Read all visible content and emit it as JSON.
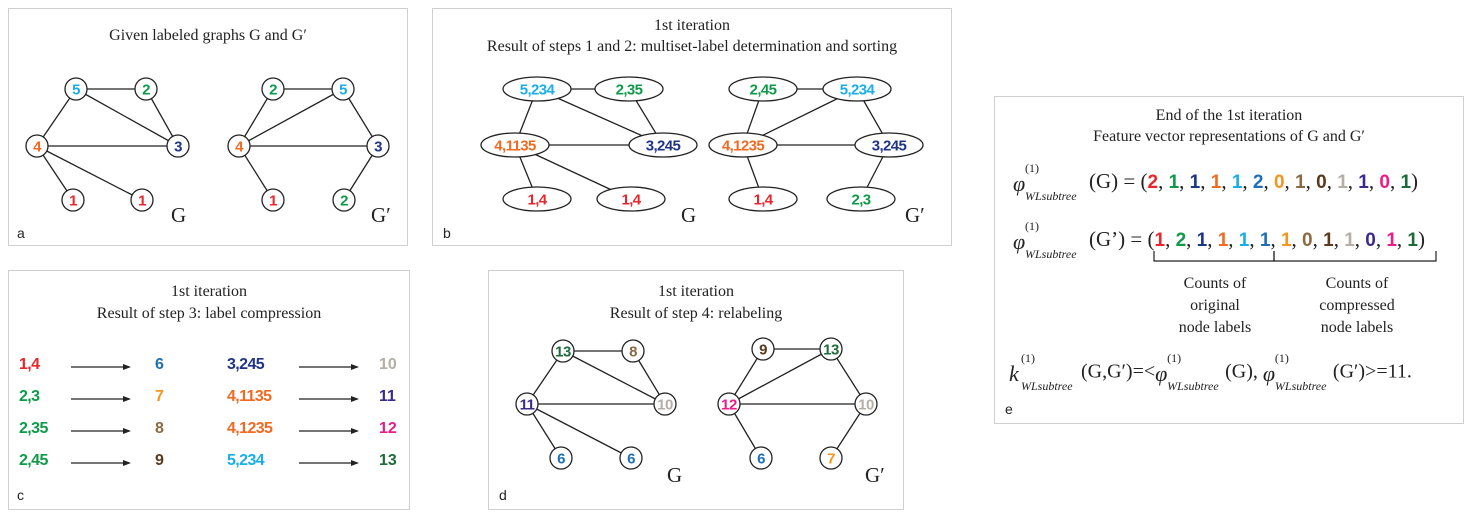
{
  "colors": {
    "red": "#e8262b",
    "green": "#0f9a4a",
    "navy": "#1f3487",
    "orange": "#f26a21",
    "cyan": "#19aee8",
    "blue": "#1f6fb4",
    "amber": "#f7941d",
    "brown": "#8b6a42",
    "darkbrown": "#5a3a1c",
    "gray": "#b5aea6",
    "purple": "#3a2a8c",
    "magenta": "#ec1b8a",
    "darkgreen": "#1d6b3a",
    "edge": "#222222"
  },
  "panel_a": {
    "title": "Given labeled graphs G and G′",
    "tag": "a",
    "g_label": "G",
    "gp_label": "G′",
    "g_nodes": [
      {
        "id": "top1",
        "label": "5",
        "color": "cyan"
      },
      {
        "id": "top2",
        "label": "2",
        "color": "green"
      },
      {
        "id": "left",
        "label": "4",
        "color": "orange"
      },
      {
        "id": "right",
        "label": "3",
        "color": "navy"
      },
      {
        "id": "bot1",
        "label": "1",
        "color": "red"
      },
      {
        "id": "bot2",
        "label": "1",
        "color": "red"
      }
    ],
    "gp_nodes": [
      {
        "id": "top1",
        "label": "2",
        "color": "green"
      },
      {
        "id": "top2",
        "label": "5",
        "color": "cyan"
      },
      {
        "id": "left",
        "label": "4",
        "color": "orange"
      },
      {
        "id": "right",
        "label": "3",
        "color": "navy"
      },
      {
        "id": "bot1",
        "label": "1",
        "color": "red"
      },
      {
        "id": "bot2",
        "label": "2",
        "color": "green"
      }
    ]
  },
  "panel_b": {
    "title1": "1st iteration",
    "title2": "Result of steps 1 and 2: multiset-label determination and sorting",
    "tag": "b",
    "g_label": "G",
    "gp_label": "G′",
    "g_nodes": [
      {
        "label": "5,234",
        "color": "cyan"
      },
      {
        "label": "2,35",
        "color": "green"
      },
      {
        "label": "4,1135",
        "color": "orange"
      },
      {
        "label": "3,245",
        "color": "navy"
      },
      {
        "label": "1,4",
        "color": "red"
      },
      {
        "label": "1,4",
        "color": "red"
      }
    ],
    "gp_nodes": [
      {
        "label": "2,45",
        "color": "green"
      },
      {
        "label": "5,234",
        "color": "cyan"
      },
      {
        "label": "4,1235",
        "color": "orange"
      },
      {
        "label": "3,245",
        "color": "navy"
      },
      {
        "label": "1,4",
        "color": "red"
      },
      {
        "label": "2,3",
        "color": "green"
      }
    ]
  },
  "panel_c": {
    "title1": "1st iteration",
    "title2": "Result of step 3: label compression",
    "tag": "c",
    "left": [
      {
        "from": "1,4",
        "from_color": "red",
        "to": "6",
        "to_color": "blue"
      },
      {
        "from": "2,3",
        "from_color": "green",
        "to": "7",
        "to_color": "amber"
      },
      {
        "from": "2,35",
        "from_color": "green",
        "to": "8",
        "to_color": "brown"
      },
      {
        "from": "2,45",
        "from_color": "green",
        "to": "9",
        "to_color": "darkbrown"
      }
    ],
    "right": [
      {
        "from": "3,245",
        "from_color": "navy",
        "to": "10",
        "to_color": "gray"
      },
      {
        "from": "4,1135",
        "from_color": "orange",
        "to": "11",
        "to_color": "purple"
      },
      {
        "from": "4,1235",
        "from_color": "orange",
        "to": "12",
        "to_color": "magenta"
      },
      {
        "from": "5,234",
        "from_color": "cyan",
        "to": "13",
        "to_color": "darkgreen"
      }
    ]
  },
  "panel_d": {
    "title1": "1st iteration",
    "title2": "Result of step 4: relabeling",
    "tag": "d",
    "g_label": "G",
    "gp_label": "G′",
    "g_nodes": [
      {
        "label": "13",
        "color": "darkgreen"
      },
      {
        "label": "8",
        "color": "brown"
      },
      {
        "label": "11",
        "color": "purple"
      },
      {
        "label": "10",
        "color": "gray"
      },
      {
        "label": "6",
        "color": "blue"
      },
      {
        "label": "6",
        "color": "blue"
      }
    ],
    "gp_nodes": [
      {
        "label": "9",
        "color": "darkbrown"
      },
      {
        "label": "13",
        "color": "darkgreen"
      },
      {
        "label": "12",
        "color": "magenta"
      },
      {
        "label": "10",
        "color": "gray"
      },
      {
        "label": "6",
        "color": "blue"
      },
      {
        "label": "7",
        "color": "amber"
      }
    ]
  },
  "panel_e": {
    "title1": "End of  the 1st iteration",
    "title2": "Feature vector representations of G and G′",
    "tag": "e",
    "phi": "φ",
    "sup": "(1)",
    "sub": "WLsubtree",
    "g_arg": "(G) = (",
    "gp_arg": "(G’) = (",
    "close": ")",
    "g_vec": [
      {
        "v": "2",
        "color": "red"
      },
      {
        "v": "1",
        "color": "green"
      },
      {
        "v": "1",
        "color": "navy"
      },
      {
        "v": "1",
        "color": "orange"
      },
      {
        "v": "1",
        "color": "cyan"
      },
      {
        "v": "2",
        "color": "blue"
      },
      {
        "v": "0",
        "color": "amber"
      },
      {
        "v": "1",
        "color": "brown"
      },
      {
        "v": "0",
        "color": "darkbrown"
      },
      {
        "v": "1",
        "color": "gray"
      },
      {
        "v": "1",
        "color": "purple"
      },
      {
        "v": "0",
        "color": "magenta"
      },
      {
        "v": "1",
        "color": "darkgreen"
      }
    ],
    "gp_vec": [
      {
        "v": "1",
        "color": "red"
      },
      {
        "v": "2",
        "color": "green"
      },
      {
        "v": "1",
        "color": "navy"
      },
      {
        "v": "1",
        "color": "orange"
      },
      {
        "v": "1",
        "color": "cyan"
      },
      {
        "v": "1",
        "color": "blue"
      },
      {
        "v": "1",
        "color": "amber"
      },
      {
        "v": "0",
        "color": "brown"
      },
      {
        "v": "1",
        "color": "darkbrown"
      },
      {
        "v": "1",
        "color": "gray"
      },
      {
        "v": "0",
        "color": "purple"
      },
      {
        "v": "1",
        "color": "magenta"
      },
      {
        "v": "1",
        "color": "darkgreen"
      }
    ],
    "note_left": [
      "Counts of",
      "original",
      "node labels"
    ],
    "note_right": [
      "Counts of",
      "compressed",
      "node labels"
    ],
    "k": "k",
    "k_part1": "(G,G′)=<",
    "k_part2": "(G), ",
    "k_part3": "(G′)>=11."
  }
}
